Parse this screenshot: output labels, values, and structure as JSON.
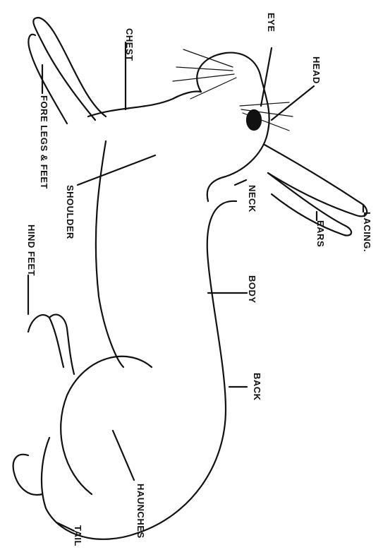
{
  "figure": {
    "subject": "rabbit-drawing",
    "colors": {
      "ink": "#111111",
      "paper": "#ffffff"
    },
    "labels": {
      "chest": "CHEST",
      "eye": "EYE",
      "head": "HEAD",
      "fore_legs": "FORE LEGS & FEET",
      "shoulder": "SHOULDER",
      "neck": "NECK",
      "ears": "EARS",
      "lacing": "LACING.",
      "body": "BODY",
      "hind_feet": "HIND FEET",
      "back": "BACK",
      "haunches": "HAUNCHES",
      "tail": "TAIL"
    }
  }
}
